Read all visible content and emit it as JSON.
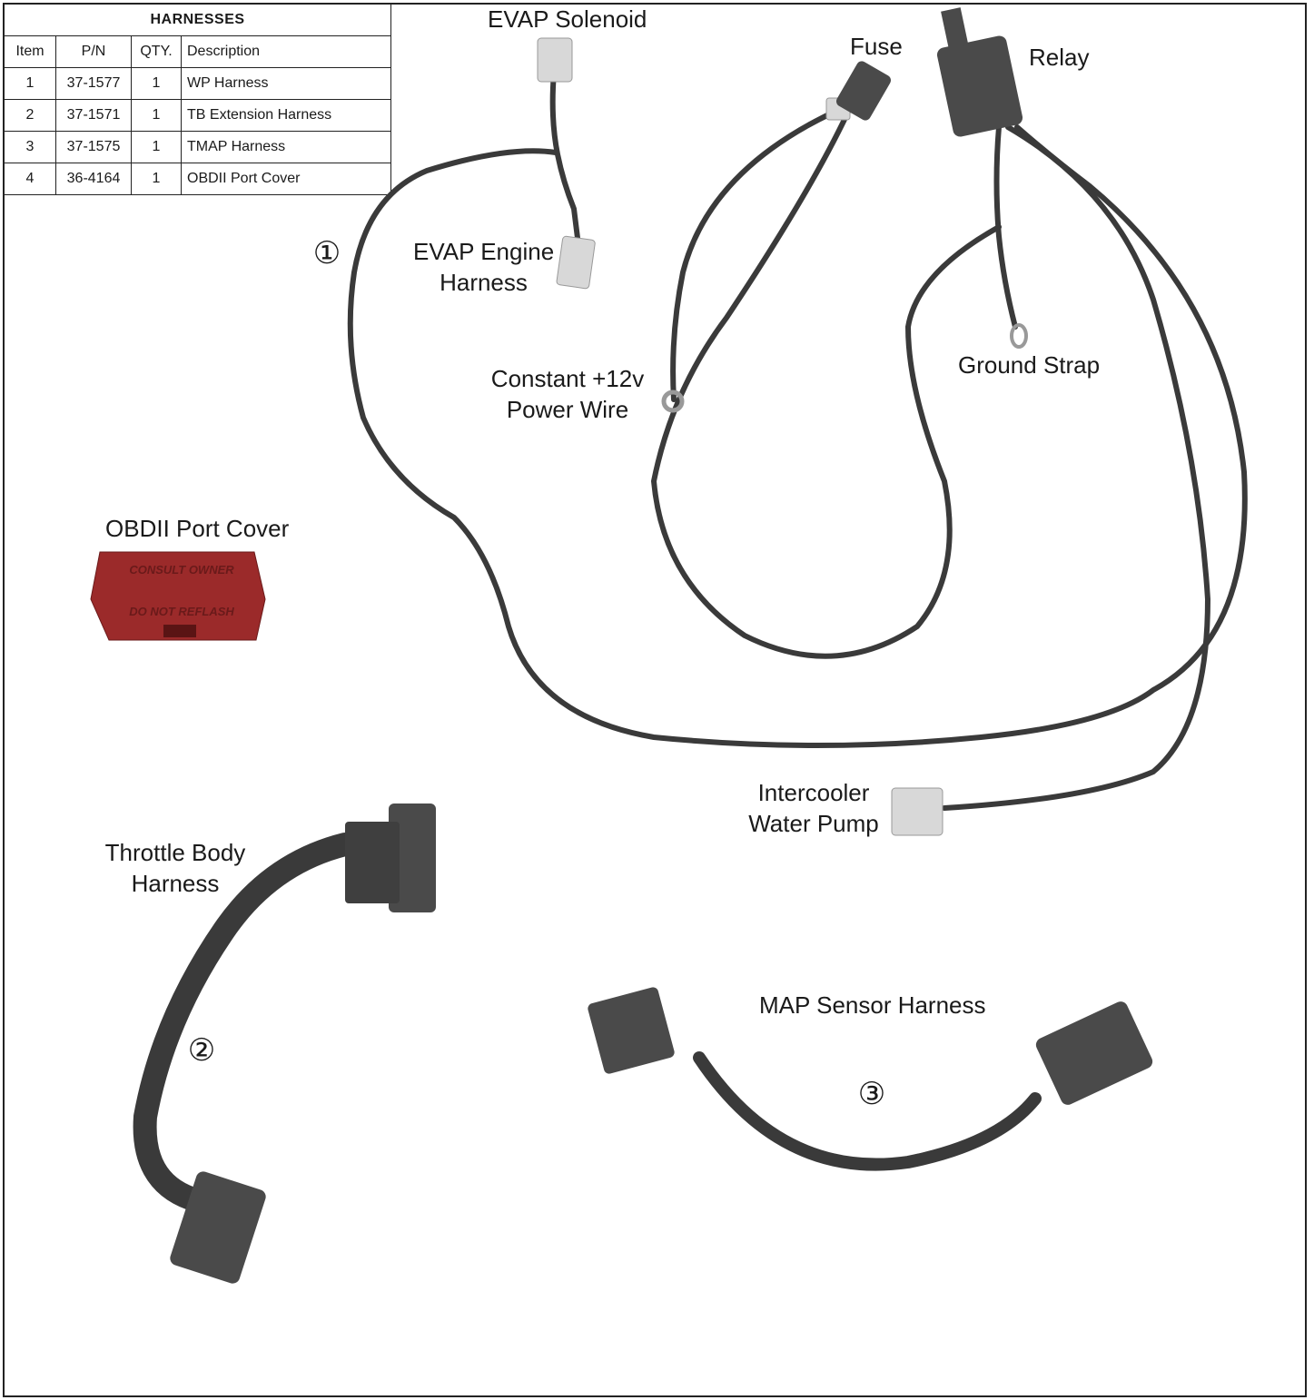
{
  "table": {
    "title": "HARNESSES",
    "headers": [
      "Item",
      "P/N",
      "QTY.",
      "Description"
    ],
    "rows": [
      [
        "1",
        "37-1577",
        "1",
        "WP Harness"
      ],
      [
        "2",
        "37-1571",
        "1",
        "TB Extension Harness"
      ],
      [
        "3",
        "37-1575",
        "1",
        "TMAP Harness"
      ],
      [
        "4",
        "36-4164",
        "1",
        "OBDII Port Cover"
      ]
    ]
  },
  "labels": {
    "evap_solenoid": "EVAP Solenoid",
    "fuse": "Fuse",
    "relay": "Relay",
    "evap_engine_1": "EVAP Engine",
    "evap_engine_2": "Harness",
    "constant_1": "Constant +12v",
    "constant_2": "Power Wire",
    "ground_strap": "Ground Strap",
    "obdii_cover": "OBDII Port Cover",
    "intercooler_1": "Intercooler",
    "intercooler_2": "Water Pump",
    "throttle_1": "Throttle Body",
    "throttle_2": "Harness",
    "map_sensor": "MAP Sensor Harness"
  },
  "callouts": [
    "①",
    "②",
    "③"
  ],
  "obd_text": {
    "line1": "CONSULT OWNER",
    "line2": "DO NOT REFLASH"
  },
  "colors": {
    "wire": "#3a3a3a",
    "connector_light": "#d8d8d8",
    "connector_dark": "#4a4a4a",
    "obd_red": "#9b2a2a"
  }
}
